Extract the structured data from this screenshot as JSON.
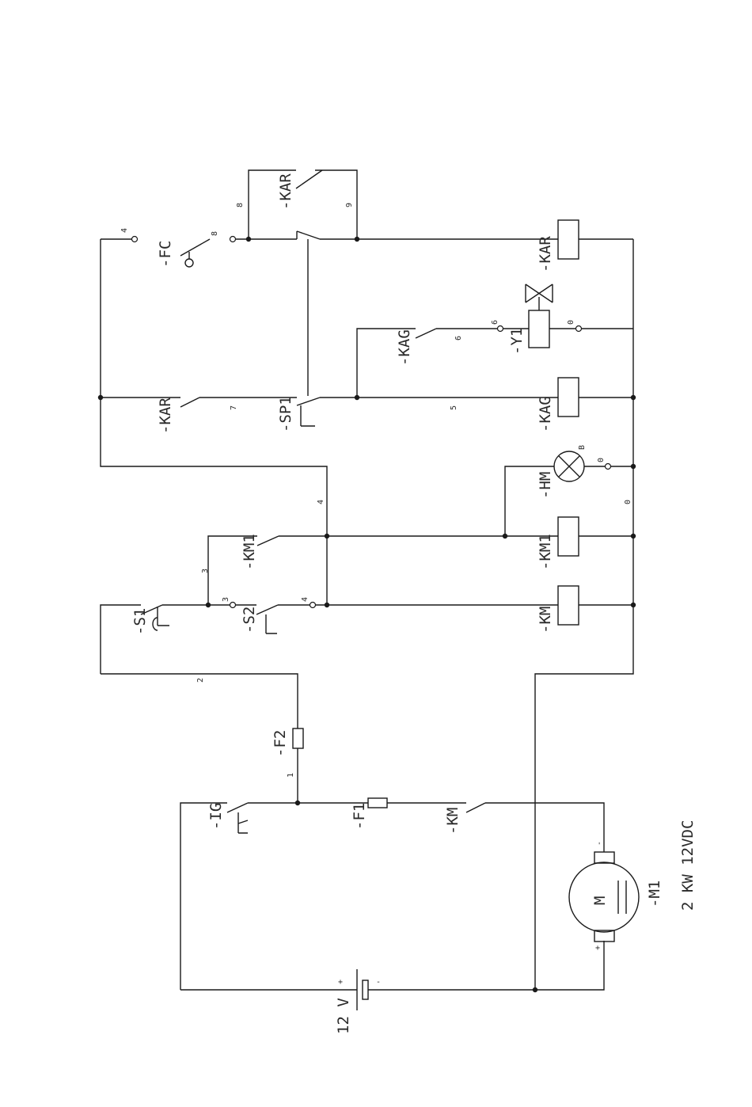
{
  "labels": {
    "fc": "-FC",
    "kar_top": "-KAR",
    "kar_coil": "-KAR",
    "kar_contact": "-KAR",
    "kag_contact": "-KAG",
    "kag_coil": "-KAG",
    "y1": "-Y1",
    "sp1": "-SP1",
    "hm": "-HM",
    "km1_contact": "-KM1",
    "km1_coil": "-KM1",
    "s1": "-S1",
    "s2": "-S2",
    "km_coil": "-KM",
    "km_contact": "-KM",
    "f2": "-F2",
    "f1": "-F1",
    "ig": "-IG",
    "m1": "-M1",
    "motor": "M",
    "battery": "12 V",
    "rating": "2 KW 12VDC"
  },
  "wire_numbers": {
    "n4_top": "4",
    "n8_fc": "8",
    "n8": "8",
    "n9": "9",
    "n6": "6",
    "n6_y1": "6",
    "n0_y1": "0",
    "n7": "7",
    "n5": "5",
    "n0_hm": "0",
    "n_b": "B",
    "n4_mid": "4",
    "n0": "0",
    "n3_a": "3",
    "n3_b": "3",
    "n4_s2": "4",
    "n2": "2",
    "n1": "1"
  },
  "polarity": {
    "motor_minus": "-",
    "motor_plus": "+",
    "battery_plus": "+",
    "battery_minus": "-"
  }
}
